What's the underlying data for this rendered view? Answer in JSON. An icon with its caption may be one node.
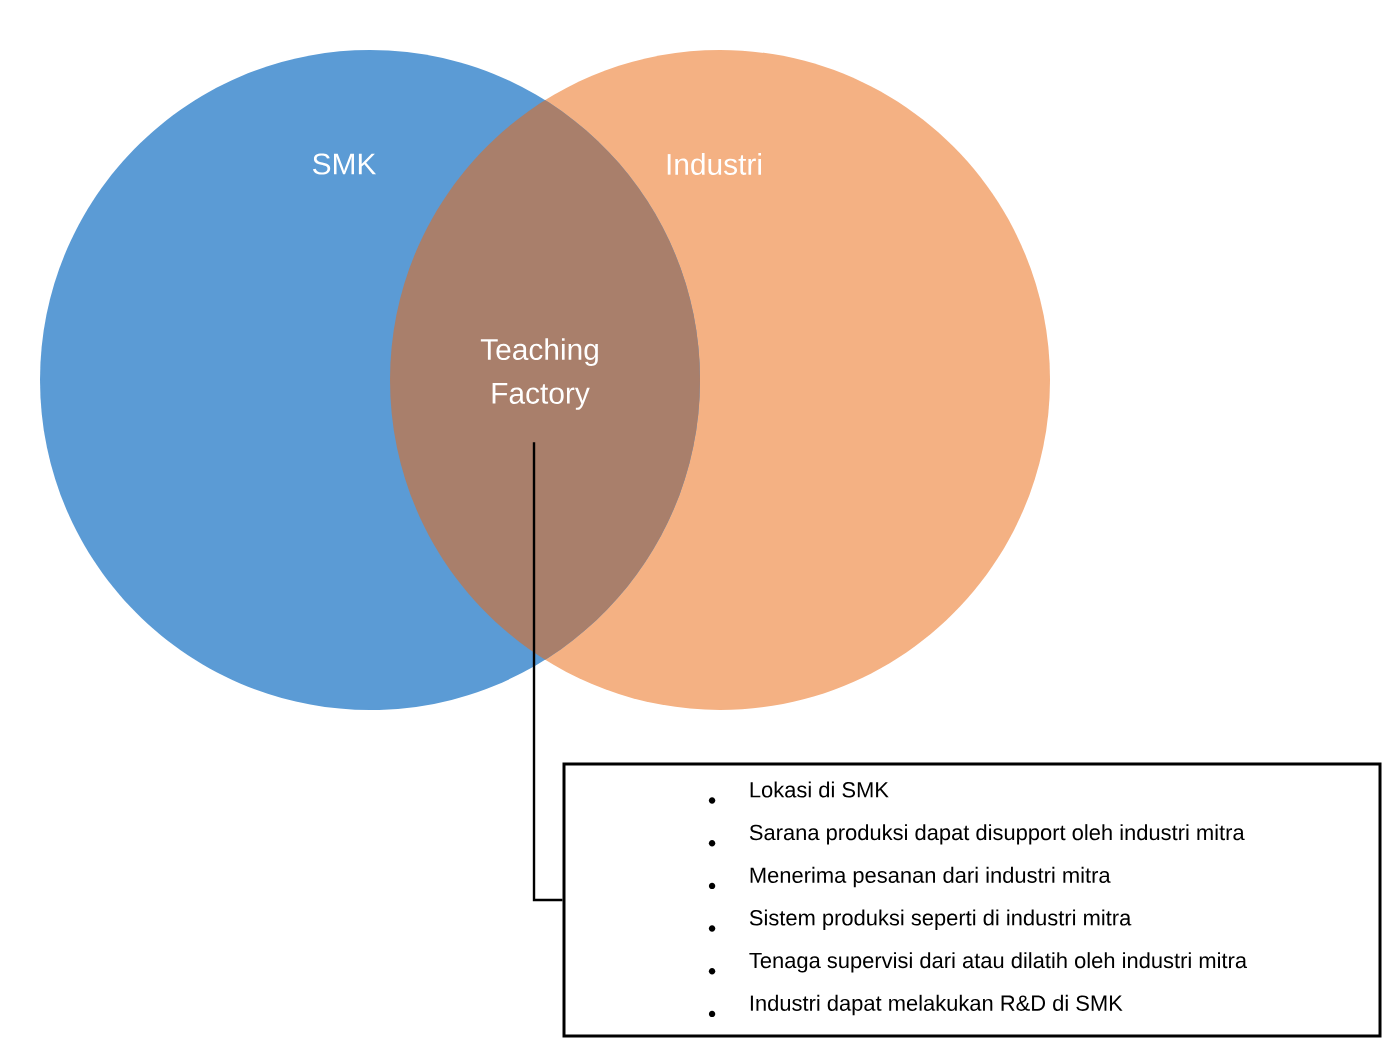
{
  "diagram": {
    "nodes": [
      {
        "text": [
          "Industri"
        ]
      },
      {
        "text": [
          "SMK"
        ]
      },
      {
        "text": [
          "Teaching Factory"
        ]
      },
      {
        "text": [
          "Lokasi di SMK",
          "Sarana produksi dapat disupport oleh industri mitra",
          "Menerima pesanan dari industri mitra",
          "Sistem produksi seperti di industri mitra",
          "Tenaga supervisi dari atau dilatih oleh industri mitra",
          "Industri dapat melakukan R&D di SMK"
        ]
      }
    ],
    "edges": [
      {
        "from": 2,
        "to": 3,
        "arrow": "none"
      }
    ]
  }
}
